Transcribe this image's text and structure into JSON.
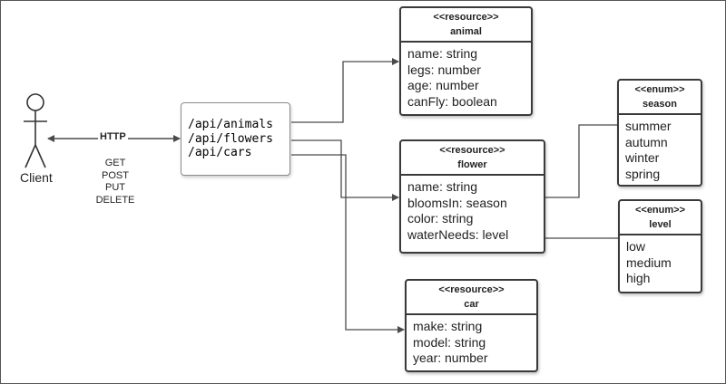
{
  "actor": {
    "label": "Client"
  },
  "connection": {
    "label": "HTTP",
    "methods": [
      "GET",
      "POST",
      "PUT",
      "DELETE"
    ]
  },
  "endpoints": [
    "/api/animals",
    "/api/flowers",
    "/api/cars"
  ],
  "resources": {
    "animal": {
      "stereotype": "<<resource>>",
      "name": "animal",
      "attributes": [
        "name: string",
        "legs: number",
        "age: number",
        "canFly: boolean"
      ]
    },
    "flower": {
      "stereotype": "<<resource>>",
      "name": "flower",
      "attributes": [
        "name: string",
        "bloomsIn: season",
        "color: string",
        "waterNeeds: level"
      ]
    },
    "car": {
      "stereotype": "<<resource>>",
      "name": "car",
      "attributes": [
        "make: string",
        "model: string",
        "year: number"
      ]
    }
  },
  "enums": {
    "season": {
      "stereotype": "<<enum>>",
      "name": "season",
      "values": [
        "summer",
        "autumn",
        "winter",
        "spring"
      ]
    },
    "level": {
      "stereotype": "<<enum>>",
      "name": "level",
      "values": [
        "low",
        "medium",
        "high"
      ]
    }
  },
  "colors": {
    "line": "#4a4a4a",
    "border": "#3a3a3a",
    "text": "#222222"
  }
}
